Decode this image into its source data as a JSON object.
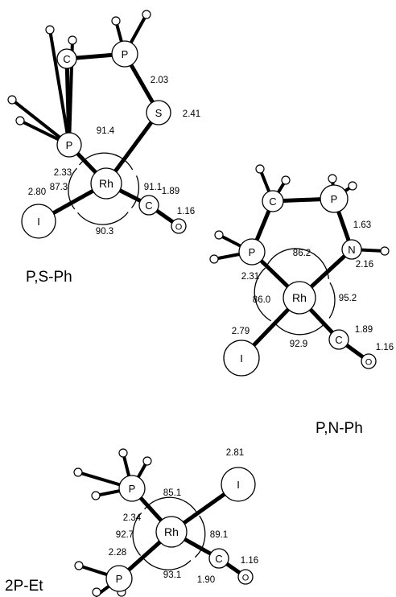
{
  "molecules": [
    {
      "title": "P,S-Ph",
      "atoms": {
        "rh": "Rh",
        "p_left": "P",
        "p_top": "P",
        "s": "S",
        "c_top": "C",
        "c_co": "C",
        "o": "O",
        "i": "I"
      },
      "bond_lengths": {
        "p_rh": "2.33",
        "p_s": "2.03",
        "s_rh": "2.41",
        "i_rh": "2.80",
        "rh_c": "1.89",
        "c_o": "1.16"
      },
      "angles": {
        "p_rh_s": "91.4",
        "p_rh_i": "87.3",
        "s_rh_c": "91.1",
        "i_rh_c": "90.3"
      }
    },
    {
      "title": "P,N-Ph",
      "atoms": {
        "rh": "Rh",
        "p_left": "P",
        "p_top": "P",
        "n": "N",
        "c_top": "C",
        "c_co": "C",
        "o": "O",
        "i": "I"
      },
      "bond_lengths": {
        "p_rh": "2.31",
        "p_n": "1.63",
        "n_rh": "2.16",
        "i_rh": "2.79",
        "rh_c": "1.89",
        "c_o": "1.16"
      },
      "angles": {
        "p_rh_n": "86.2",
        "p_rh_i": "86.0",
        "n_rh_c": "95.2",
        "i_rh_c": "92.9"
      }
    },
    {
      "title": "2P-Et",
      "atoms": {
        "rh": "Rh",
        "p_top": "P",
        "p_bottom": "P",
        "c_co": "C",
        "o": "O",
        "i": "I"
      },
      "bond_lengths": {
        "p_top_rh": "2.34",
        "p_bottom_rh": "2.28",
        "i_rh": "2.81",
        "rh_c": "1.90",
        "c_o": "1.16"
      },
      "angles": {
        "p_rh_i": "85.1",
        "p_rh_p": "92.7",
        "i_rh_c": "89.1",
        "p_rh_c": "93.1"
      }
    }
  ]
}
